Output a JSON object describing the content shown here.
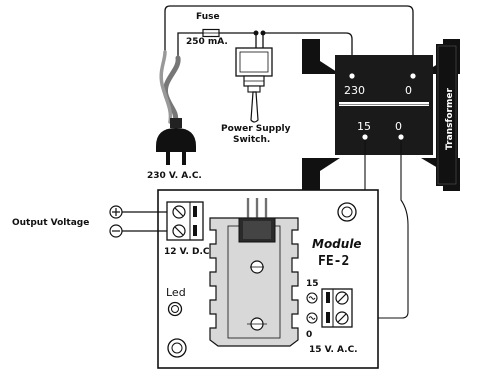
{
  "labels": {
    "fuse": "Fuse",
    "fuse_rating": "250 mA.",
    "switch_line1": "Power Supply",
    "switch_line2": "Switch.",
    "plug_voltage": "230 V. A.C.",
    "transformer": "Transformer",
    "primary_tap": "230",
    "primary_zero": "0",
    "secondary_tap": "15",
    "secondary_zero": "0",
    "output_voltage": "Output Voltage",
    "dc_output": "12 V. D.C.",
    "module_line1": "Module",
    "module_line2": "FE-2",
    "led": "Led",
    "input_tap": "15",
    "input_zero": "0",
    "ac_input": "15 V. A.C."
  },
  "colors": {
    "line": "#111111",
    "transformer_core": "#1a1a1a",
    "heatsink": "#d8d8d8",
    "cable": "#777777"
  }
}
